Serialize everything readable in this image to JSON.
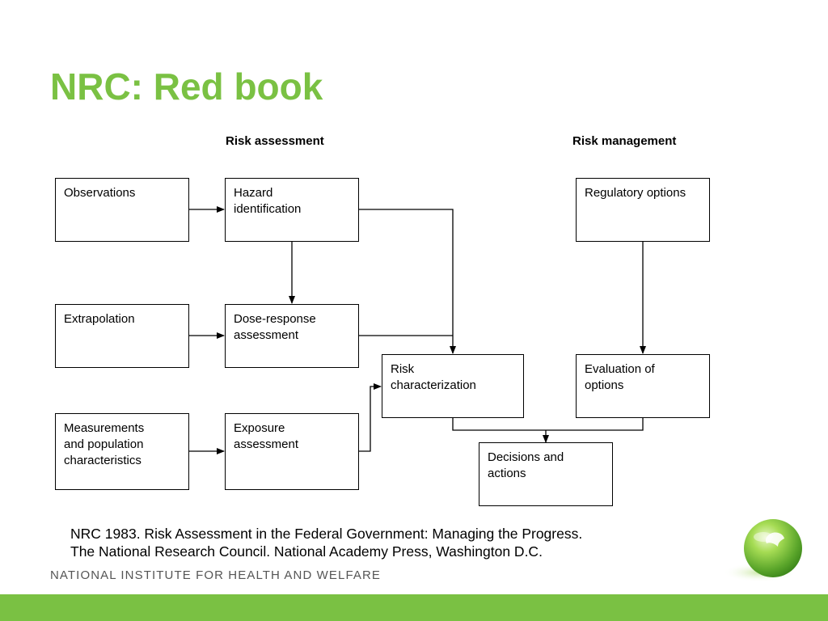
{
  "title": "NRC: Red book",
  "headers": {
    "risk_assessment": "Risk assessment",
    "risk_management": "Risk management"
  },
  "boxes": {
    "observations": [
      "Observations"
    ],
    "hazard_identification": [
      "Hazard",
      "identification"
    ],
    "regulatory_options": [
      "Regulatory options"
    ],
    "extrapolation": [
      "Extrapolation"
    ],
    "dose_response": [
      "Dose-response",
      "assessment"
    ],
    "risk_characterization": [
      "Risk",
      "characterization"
    ],
    "evaluation_of_options": [
      "Evaluation of",
      "options"
    ],
    "measurements": [
      "Measurements",
      "and population",
      "characteristics"
    ],
    "exposure_assessment": [
      "Exposure",
      "assessment"
    ],
    "decisions_and_actions": [
      "Decisions and",
      "actions"
    ]
  },
  "citation": [
    "NRC 1983. Risk Assessment in the Federal Government: Managing the Progress.",
    "The National Research Council. National Academy Press, Washington D.C."
  ],
  "footer": {
    "institute": "NATIONAL INSTITUTE FOR HEALTH AND WELFARE"
  },
  "colors": {
    "accent": "#7ac143",
    "line": "#000000"
  }
}
